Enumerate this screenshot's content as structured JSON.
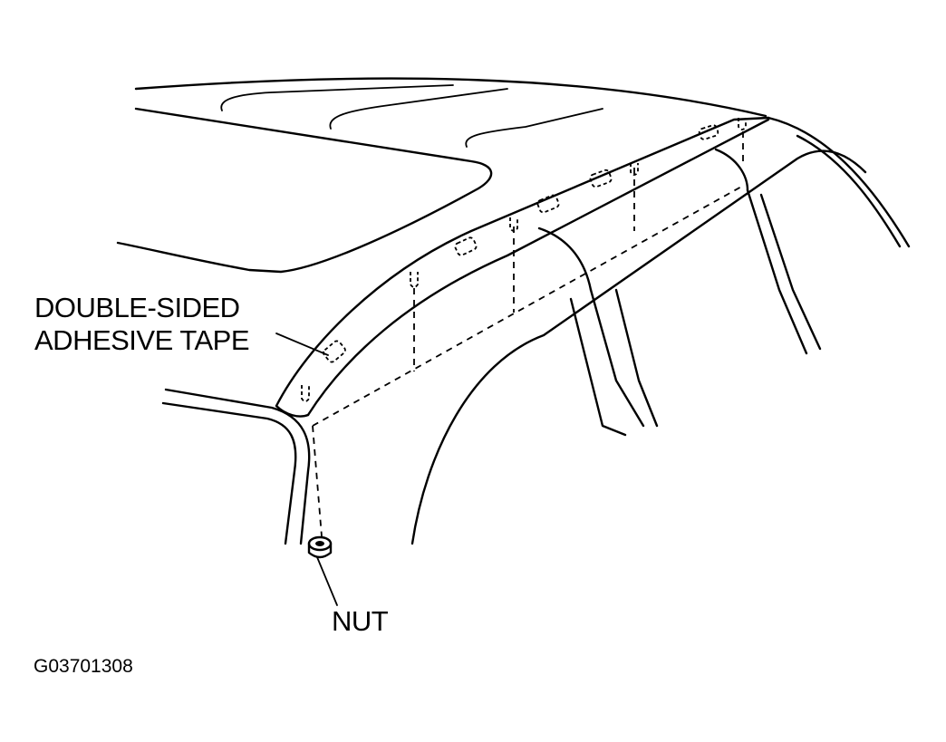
{
  "labels": {
    "tape_line1": "DOUBLE-SIDED",
    "tape_line2": "ADHESIVE TAPE",
    "nut": "NUT"
  },
  "figure_code": "G03701308",
  "colors": {
    "ink": "#000000",
    "background": "#ffffff"
  }
}
